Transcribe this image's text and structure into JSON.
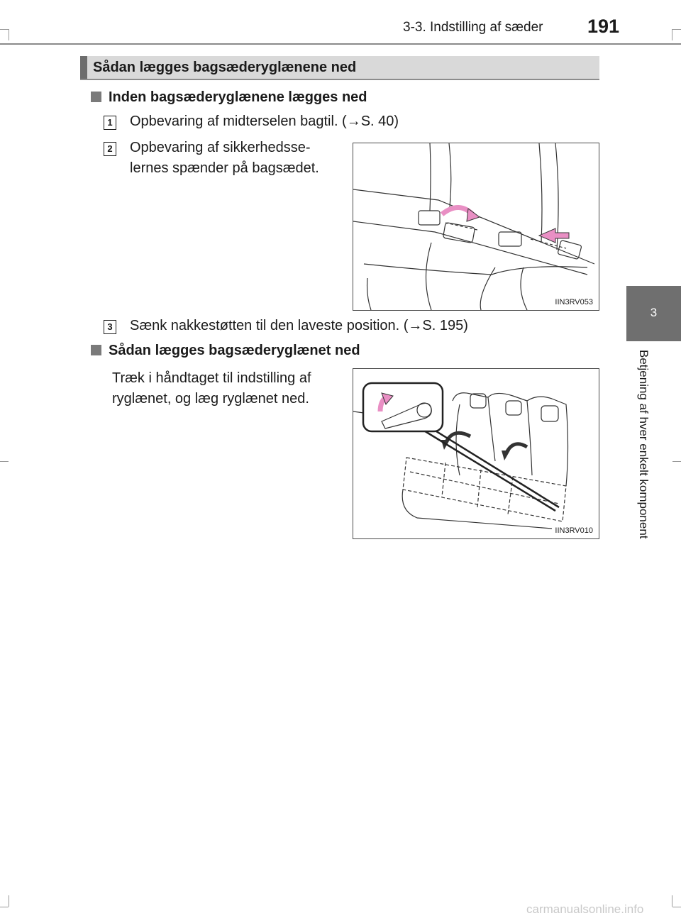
{
  "header": {
    "section_title": "3-3. Indstilling af sæder",
    "page_number": "191"
  },
  "side_tab": {
    "chapter_number": "3",
    "chapter_title": "Betjening af hver enkelt komponent"
  },
  "section": {
    "title": "Sådan lægges bagsæderyglænene ned"
  },
  "subsection_1": {
    "title": "Inden bagsæderyglænene lægges ned",
    "steps": [
      {
        "number": "1",
        "text": "Opbevaring af midterselen bagtil. (→S. 40)"
      },
      {
        "number": "2",
        "text_line1": "Opbevaring af sikkerhedsse-",
        "text_line2": "lernes spænder på bagsædet."
      },
      {
        "number": "3",
        "text": "Sænk nakkestøtten til den laveste position. (→S. 195)"
      }
    ]
  },
  "figure_1": {
    "code": "IIN3RV053"
  },
  "subsection_2": {
    "title": "Sådan lægges bagsæderyglænet ned",
    "text_line1": "Træk i håndtaget til indstilling af",
    "text_line2": "ryglænet, og læg ryglænet ned."
  },
  "figure_2": {
    "code": "IIN3RV010"
  },
  "watermark": "carmanualsonline.info",
  "colors": {
    "tab_gray": "#6f6f6f",
    "bar_gray": "#d9d9d9",
    "arrow_pink": "#e98fc4"
  }
}
